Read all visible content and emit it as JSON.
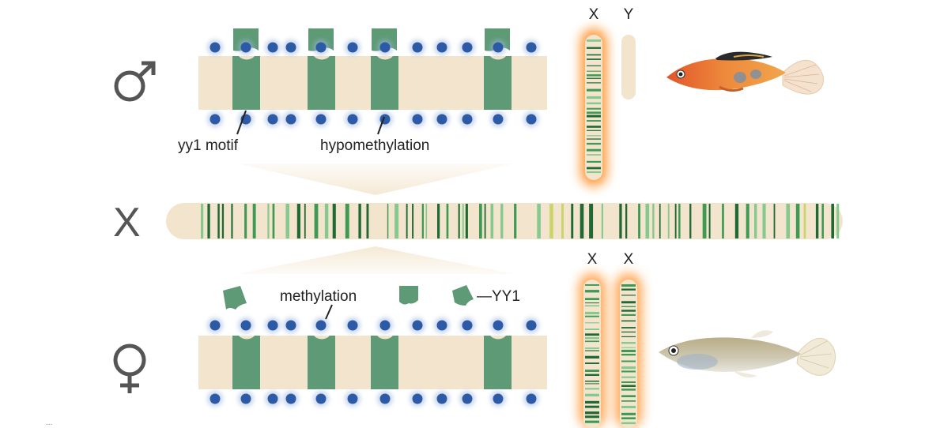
{
  "labels": {
    "male_symbol": "♂",
    "female_symbol": "♀",
    "big_x": "X",
    "male_chromosomes": [
      "X",
      "Y"
    ],
    "female_chromosomes": [
      "X",
      "X"
    ],
    "yy1_motif": "yy1 motif",
    "hypomethylation": "hypomethylation",
    "methylation": "methylation",
    "yy1_protein": "—YY1",
    "corner_text": "..."
  },
  "colors": {
    "chromatin_beige": "#f3e5cd",
    "motif_green": "#5e9a76",
    "methyl_blue": "#2d5aa6",
    "glow_orange": "#ff8a1c",
    "band_dark": "#1f6a34",
    "band_mid": "#3e9a52",
    "band_light": "#86c98f",
    "band_yellow": "#c9d46a",
    "symbol_grey": "#555555"
  },
  "icons": {
    "male": "male-sex-symbol-icon",
    "female": "female-sex-symbol-icon",
    "male_fish": "male-fish-illustration",
    "female_fish": "female-fish-illustration"
  }
}
